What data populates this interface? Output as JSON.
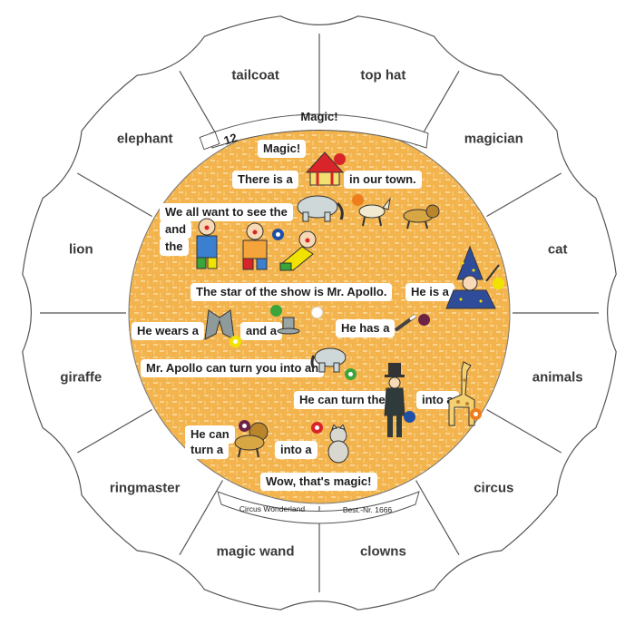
{
  "title": "Magic!",
  "card_number": "12",
  "publisher": "Circus Wonderland",
  "order_number": "Best.-Nr. 1666",
  "rim_words": [
    {
      "label": "top hat"
    },
    {
      "label": "magician"
    },
    {
      "label": "cat"
    },
    {
      "label": "animals"
    },
    {
      "label": "circus"
    },
    {
      "label": "clowns"
    },
    {
      "label": "magic wand"
    },
    {
      "label": "ringmaster"
    },
    {
      "label": "giraffe"
    },
    {
      "label": "lion"
    },
    {
      "label": "elephant"
    },
    {
      "label": "tailcoat"
    }
  ],
  "sentences": {
    "s1": "Magic!",
    "s2a": "There is a",
    "s2b": "in our town.",
    "s3a": "We all want to see the",
    "s3b": "and",
    "s3c": "the",
    "s4": "The star of the show is Mr. Apollo.",
    "s5": "He is a",
    "s6a": "He wears a",
    "s6b": "and a",
    "s7": "He has a",
    "s8": "Mr. Apollo can turn you into an",
    "s9a": "He can turn the",
    "s9b": "into a",
    "s10a": "He can",
    "s10b": "turn a",
    "s10c": "into a",
    "s11": "Wow, that's magic!"
  },
  "dot_colors": {
    "red": "#d9252a",
    "orange": "#ee7d1d",
    "blue": "#1f4fa7",
    "yellow": "#f2e200",
    "purple": "#6c2346",
    "green": "#3aa53a",
    "white": "#ffffff"
  },
  "colors": {
    "board_fill": "#f3b34d",
    "board_pattern": "#f8cf82",
    "rim_line": "#555555",
    "banner": "#ffffff"
  },
  "icons": [
    "circus-tent",
    "elephant",
    "horse",
    "lion",
    "clown",
    "magician",
    "top-hat",
    "tailcoat",
    "magic-wand",
    "giraffe",
    "cat"
  ]
}
